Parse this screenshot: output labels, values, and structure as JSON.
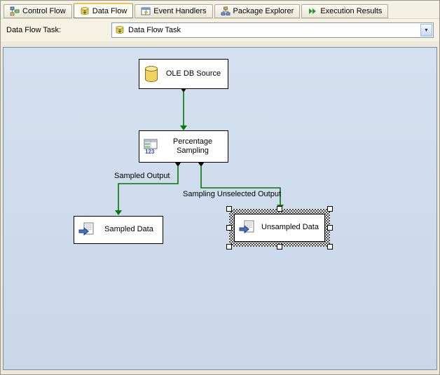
{
  "tabs": [
    {
      "label": "Control Flow",
      "icon": "control-flow-icon",
      "active": false
    },
    {
      "label": "Data Flow",
      "icon": "data-flow-icon",
      "active": true
    },
    {
      "label": "Event Handlers",
      "icon": "event-handlers-icon",
      "active": false
    },
    {
      "label": "Package Explorer",
      "icon": "package-explorer-icon",
      "active": false
    },
    {
      "label": "Execution Results",
      "icon": "execution-results-icon",
      "active": false
    }
  ],
  "toolbar": {
    "label": "Data Flow Task:",
    "dropdown": {
      "value": "Data Flow Task",
      "icon": "data-flow-task-icon",
      "arrow_icon": "dropdown-arrow-icon"
    }
  },
  "diagram": {
    "nodes": [
      {
        "title": "OLE DB Source",
        "icon": "database-cylinder-icon",
        "selected": false
      },
      {
        "title": "Percentage Sampling",
        "icon": "sampling-grid-icon",
        "selected": false
      },
      {
        "title": "Sampled Data",
        "icon": "destination-file-icon",
        "selected": false
      },
      {
        "title": "Unsampled Data",
        "icon": "destination-file-icon",
        "selected": true
      }
    ],
    "edges": [
      {
        "from": "OLE DB Source",
        "to": "Percentage Sampling",
        "label": ""
      },
      {
        "from": "Percentage Sampling",
        "to": "Sampled Data",
        "label": "Sampled Output"
      },
      {
        "from": "Percentage Sampling",
        "to": "Unsampled Data",
        "label": "Sampling Unselected Output"
      }
    ]
  },
  "colors": {
    "connector_green": "#007a00",
    "stub_black": "#000000",
    "canvas_blue": "#cdd9ea",
    "chrome_tan": "#ece9d8",
    "node_border": "#000000",
    "combo_border": "#7f9db9"
  }
}
